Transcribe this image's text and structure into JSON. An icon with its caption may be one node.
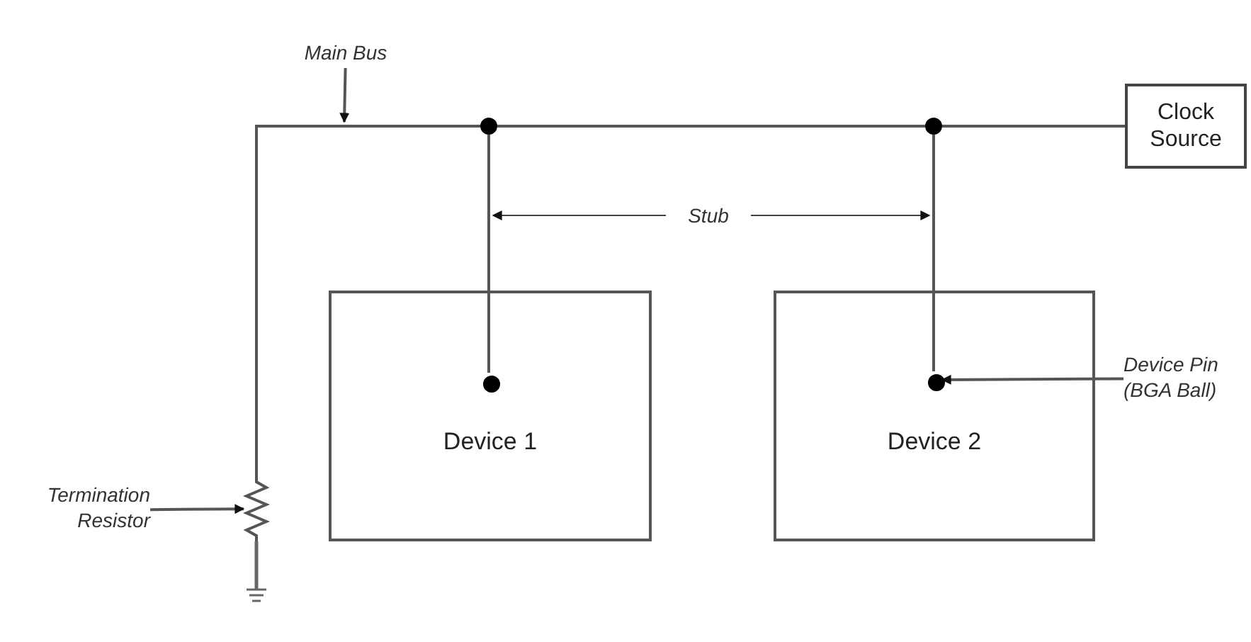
{
  "diagram": {
    "nodes": [
      {
        "text": [
          "Clock Source"
        ]
      },
      {
        "text": [
          "Device 1"
        ]
      },
      {
        "text": [
          "Device 2"
        ]
      },
      {
        "text": [],
        "shape": "circle"
      },
      {
        "text": [],
        "shape": "circle"
      },
      {
        "text": [],
        "shape": "circle",
        "in": 1
      },
      {
        "text": [],
        "shape": "circle",
        "in": 2
      },
      {
        "text": [
          "Main Bus"
        ]
      },
      {
        "text": [
          "Termination Resistor"
        ]
      },
      {
        "text": [
          "Device Pin (BGA Ball)"
        ]
      },
      {
        "text": [],
        "shape": "resistor"
      }
    ],
    "edges": [
      {
        "from": 0,
        "to": 4,
        "arrow": "none"
      },
      {
        "from": 4,
        "to": 3,
        "arrow": "none"
      },
      {
        "from": 3,
        "to": 10,
        "arrow": "none"
      },
      {
        "from": 3,
        "to": 5,
        "arrow": "none"
      },
      {
        "from": 4,
        "to": 6,
        "arrow": "none"
      },
      {
        "from": 7,
        "to": null,
        "arrow": "to"
      },
      {
        "from": 8,
        "to": 10,
        "arrow": "to"
      },
      {
        "from": 9,
        "to": 6,
        "arrow": "to"
      }
    ],
    "labels": [
      "Stub"
    ]
  }
}
